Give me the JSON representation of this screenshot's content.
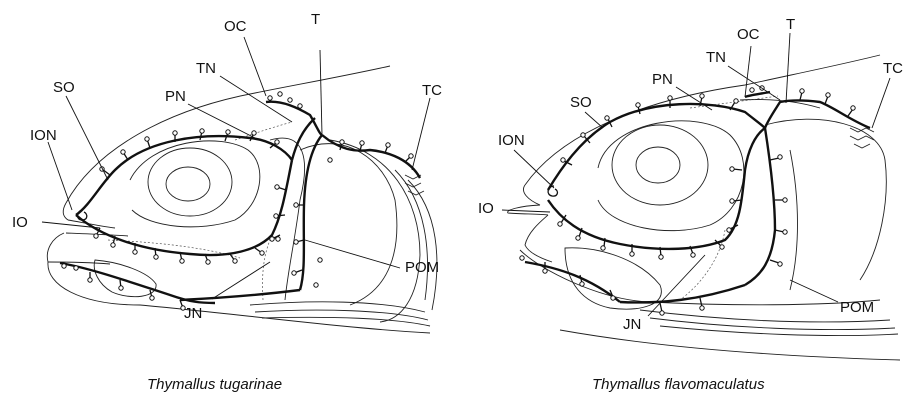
{
  "figure": {
    "left": {
      "caption": "Thymallus tugarinae",
      "labels": {
        "oc": "OC",
        "t": "T",
        "tn": "TN",
        "so": "SO",
        "pn": "PN",
        "tc": "TC",
        "ion": "ION",
        "io": "IO",
        "pom": "POM",
        "jn": "JN"
      }
    },
    "right": {
      "caption": "Thymallus flavomaculatus",
      "labels": {
        "oc": "OC",
        "t": "T",
        "tn": "TN",
        "pn": "PN",
        "so": "SO",
        "tc": "TC",
        "ion": "ION",
        "io": "IO",
        "pom": "POM",
        "jn": "JN"
      }
    }
  }
}
